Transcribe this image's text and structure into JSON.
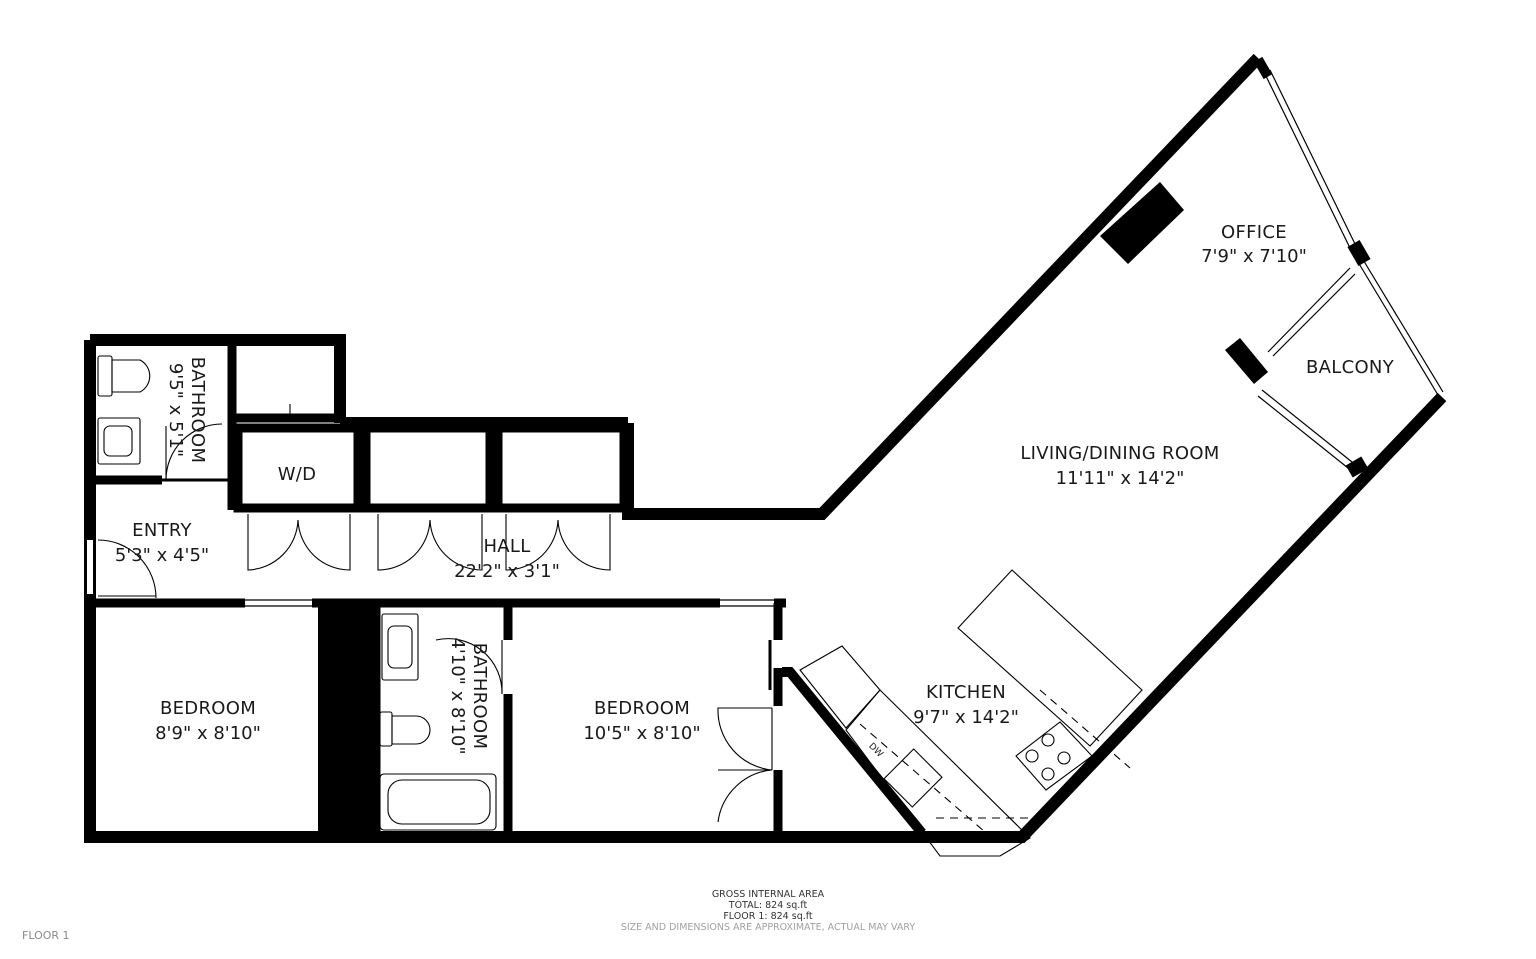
{
  "rooms": [
    {
      "id": "office",
      "name": "OFFICE",
      "dims": "7'9\" x 7'10\""
    },
    {
      "id": "balcony",
      "name": "BALCONY",
      "dims": ""
    },
    {
      "id": "living",
      "name": "LIVING/DINING ROOM",
      "dims": "11'11\" x 14'2\""
    },
    {
      "id": "bath1",
      "name": "BATHROOM",
      "dims": "9'5\" x 5'1\""
    },
    {
      "id": "wd",
      "name": "W/D",
      "dims": ""
    },
    {
      "id": "entry",
      "name": "ENTRY",
      "dims": "5'3\" x 4'5\""
    },
    {
      "id": "hall",
      "name": "HALL",
      "dims": "22'2\" x 3'1\""
    },
    {
      "id": "bed1",
      "name": "BEDROOM",
      "dims": "8'9\" x 8'10\""
    },
    {
      "id": "bath2",
      "name": "BATHROOM",
      "dims": "4'10\" x 8'10\""
    },
    {
      "id": "bed2",
      "name": "BEDROOM",
      "dims": "10'5\" x 8'10\""
    },
    {
      "id": "kitchen",
      "name": "KITCHEN",
      "dims": "9'7\" x 14'2\""
    }
  ],
  "appliance_label": "DW",
  "footer": {
    "title": "GROSS INTERNAL AREA",
    "total": "TOTAL: 824 sq.ft",
    "floor": "FLOOR 1: 824 sq.ft",
    "disclaimer": "SIZE AND DIMENSIONS ARE APPROXIMATE, ACTUAL MAY VARY"
  },
  "floor_label": "FLOOR 1"
}
